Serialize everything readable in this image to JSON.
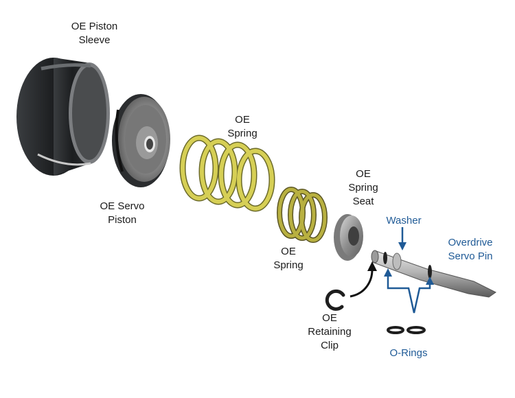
{
  "colors": {
    "label_black": "#1a1a1a",
    "label_blue": "#1f5a96",
    "spring_yellow": "#c9c24a",
    "metal_gray": "#9a9a9a",
    "rubber_black": "#222222"
  },
  "labels": {
    "piston_sleeve": [
      "OE Piston",
      "Sleeve"
    ],
    "servo_piston": [
      "OE Servo",
      "Piston"
    ],
    "spring_large": [
      "OE",
      "Spring"
    ],
    "spring_small": [
      "OE",
      "Spring"
    ],
    "spring_seat": [
      "OE",
      "Spring",
      "Seat"
    ],
    "retaining_clip": [
      "OE",
      "Retaining",
      "Clip"
    ],
    "washer": "Washer",
    "servo_pin": [
      "Overdrive",
      "Servo Pin"
    ],
    "o_rings": "O-Rings"
  }
}
